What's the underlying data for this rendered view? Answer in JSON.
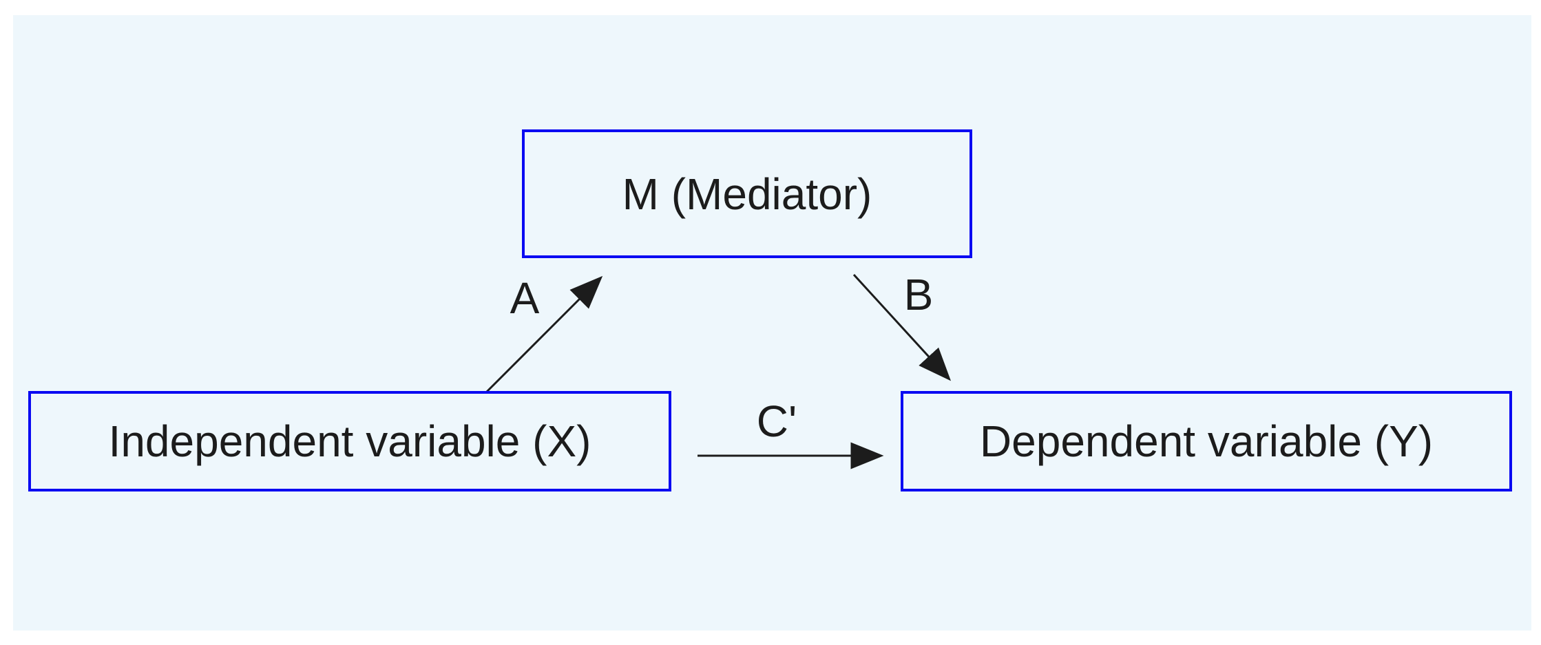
{
  "diagram": {
    "type": "mediation-model",
    "nodes": {
      "mediator": {
        "label": "M (Mediator)"
      },
      "independent": {
        "label": "Independent variable (X)"
      },
      "dependent": {
        "label": "Dependent variable (Y)"
      }
    },
    "edges": {
      "a": {
        "label": "A",
        "from": "independent",
        "to": "mediator"
      },
      "b": {
        "label": "B",
        "from": "mediator",
        "to": "dependent"
      },
      "c_prime": {
        "label": "C'",
        "from": "independent",
        "to": "dependent"
      }
    },
    "colors": {
      "page_bg": "#ffffff",
      "panel": "#eef7fc",
      "node_border": "#0a0af2",
      "text": "#1c1c1c",
      "arrow": "#1c1c1c"
    }
  }
}
